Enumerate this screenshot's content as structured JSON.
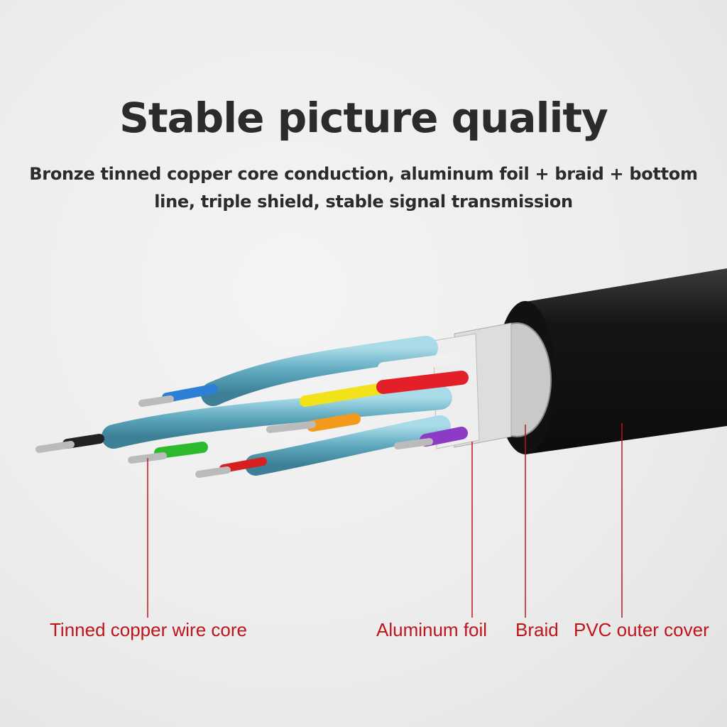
{
  "title": "Stable picture quality",
  "subtitle": "Bronze tinned copper core conduction, aluminum foil + braid + bottom line, triple shield, stable signal transmission",
  "labels": {
    "core": "Tinned copper wire core",
    "foil": "Aluminum foil",
    "braid": "Braid",
    "pvc": "PVC outer cover"
  },
  "colors": {
    "label": "#c0141c",
    "title": "#2b2b2b",
    "cable": "#1c1c1c"
  }
}
